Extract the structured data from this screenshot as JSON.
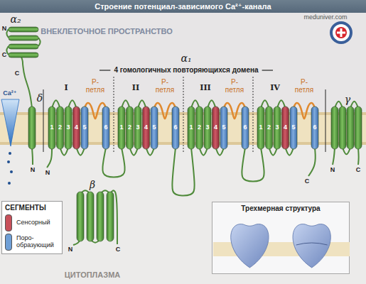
{
  "diagram": {
    "title": "Строение потенциал-зависимого Ca²⁺-канала",
    "nodes": [
      {
        "text": [
          "СЕГМЕНТЫ"
        ]
      },
      {
        "text": [
          "Трехмерная структура"
        ]
      }
    ],
    "labels": [
      "meduniver.com",
      "ВНЕКЛЕТОЧНОЕ ПРОСТРАНСТВО",
      "α₂",
      "N",
      "C",
      "α₁",
      "4 гомологичных повторяющихся домена",
      "Ca²⁺",
      "δ",
      "C",
      "N",
      "I",
      "II",
      "III",
      "IV",
      "P-петля",
      "P-петля",
      "P-петля",
      "P-петля",
      "1",
      "2",
      "3",
      "4",
      "5",
      "6",
      "1",
      "2",
      "3",
      "4",
      "5",
      "6",
      "1",
      "2",
      "3",
      "4",
      "5",
      "6",
      "1",
      "2",
      "3",
      "4",
      "5",
      "6",
      "N",
      "C",
      "γ",
      "N",
      "C",
      "β",
      "N",
      "C",
      "ЦИТОПЛАЗМА"
    ],
    "legend": [
      {
        "text": "Сенсорный",
        "color": "#c8505a"
      },
      {
        "text": "Поро-образующий",
        "color": "#6f9fd6"
      }
    ]
  }
}
